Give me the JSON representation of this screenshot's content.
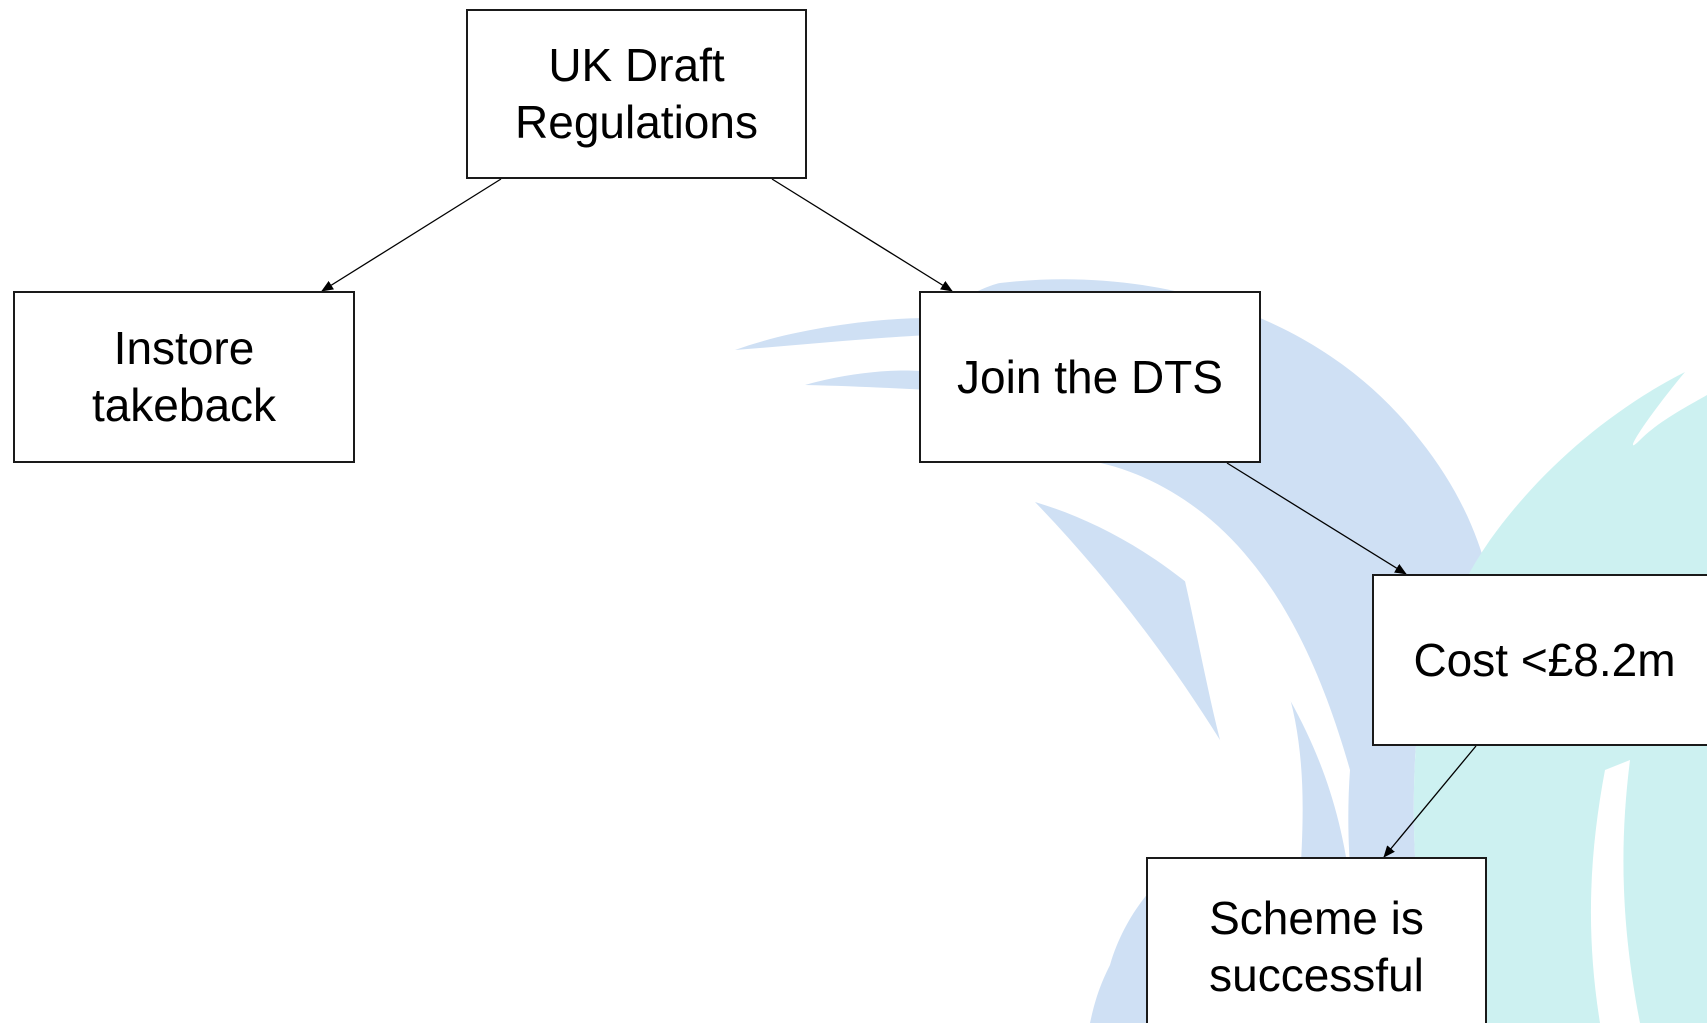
{
  "diagram": {
    "colors": {
      "line": "#000000",
      "box_border": "#1a1a1a",
      "background_swoosh_blue": "#cfe0f4",
      "background_swoosh_cyan": "#cdf1f1"
    },
    "nodes": {
      "root": {
        "label": "UK Draft\nRegulations"
      },
      "instore": {
        "label": "Instore\ntakeback"
      },
      "join": {
        "label": "Join the DTS"
      },
      "cost": {
        "label": "Cost <£8.2m"
      },
      "success": {
        "label": "Scheme is\nsuccessful"
      }
    },
    "edges": [
      {
        "from": "root",
        "to": "instore"
      },
      {
        "from": "root",
        "to": "join"
      },
      {
        "from": "join",
        "to": "cost"
      },
      {
        "from": "cost",
        "to": "success"
      }
    ]
  }
}
